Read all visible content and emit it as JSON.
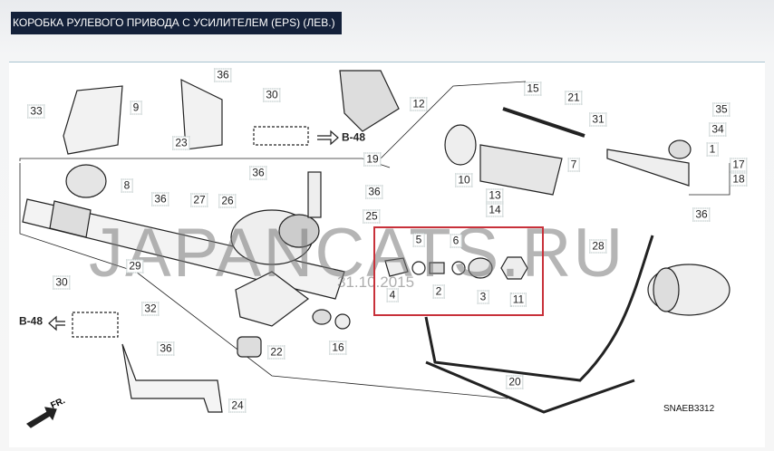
{
  "title": "КОРОБКА РУЛЕВОГО ПРИВОДА С УСИЛИТЕЛЕМ (EPS) (ЛЕВ.)",
  "diagram": {
    "code": "SNAEB3312",
    "watermark": "JAPANCATS.RU",
    "date": "31.10.2015",
    "front_marker": "FR.",
    "ref_labels": [
      "B-48",
      "B-48"
    ],
    "callouts": [
      "36",
      "30",
      "9",
      "33",
      "12",
      "15",
      "21",
      "31",
      "35",
      "34",
      "1",
      "17",
      "18",
      "23",
      "19",
      "8",
      "36",
      "36",
      "26",
      "27",
      "36",
      "25",
      "10",
      "13",
      "14",
      "7",
      "36",
      "28",
      "5",
      "6",
      "4",
      "2",
      "3",
      "11",
      "29",
      "30",
      "32",
      "16",
      "36",
      "22",
      "20",
      "24"
    ],
    "highlight_color": "#c8313a",
    "header_color": "#14213a"
  }
}
